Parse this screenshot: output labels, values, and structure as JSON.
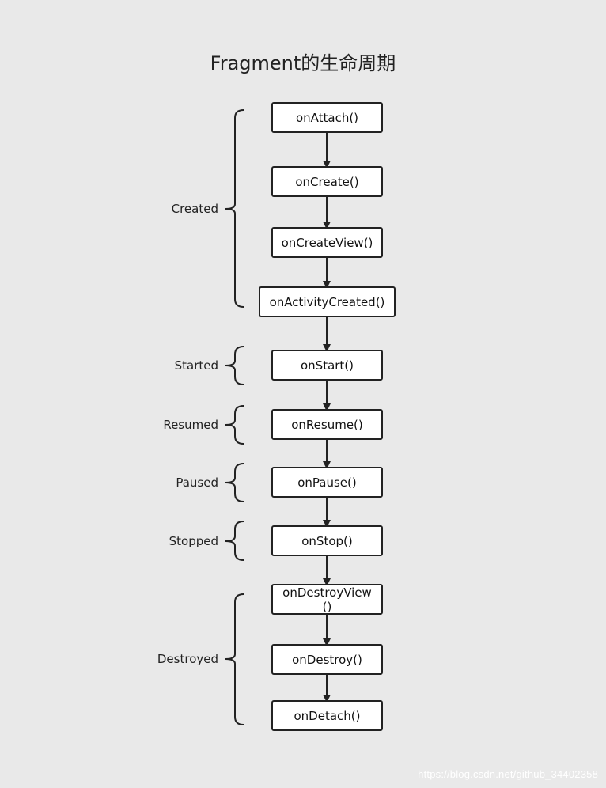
{
  "title": "Fragment的生命周期",
  "nodes": [
    {
      "label": "onAttach()"
    },
    {
      "label": "onCreate()"
    },
    {
      "label": "onCreateView()"
    },
    {
      "label": "onActivityCreated()"
    },
    {
      "label": "onStart()"
    },
    {
      "label": "onResume()"
    },
    {
      "label": "onPause()"
    },
    {
      "label": "onStop()"
    },
    {
      "label": "onDestroyView\n()"
    },
    {
      "label": "onDestroy()"
    },
    {
      "label": "onDetach()"
    }
  ],
  "stages": [
    {
      "label": "Created"
    },
    {
      "label": "Started"
    },
    {
      "label": "Resumed"
    },
    {
      "label": "Paused"
    },
    {
      "label": "Stopped"
    },
    {
      "label": "Destroyed"
    }
  ],
  "watermark": "https://blog.csdn.net/github_34402358"
}
